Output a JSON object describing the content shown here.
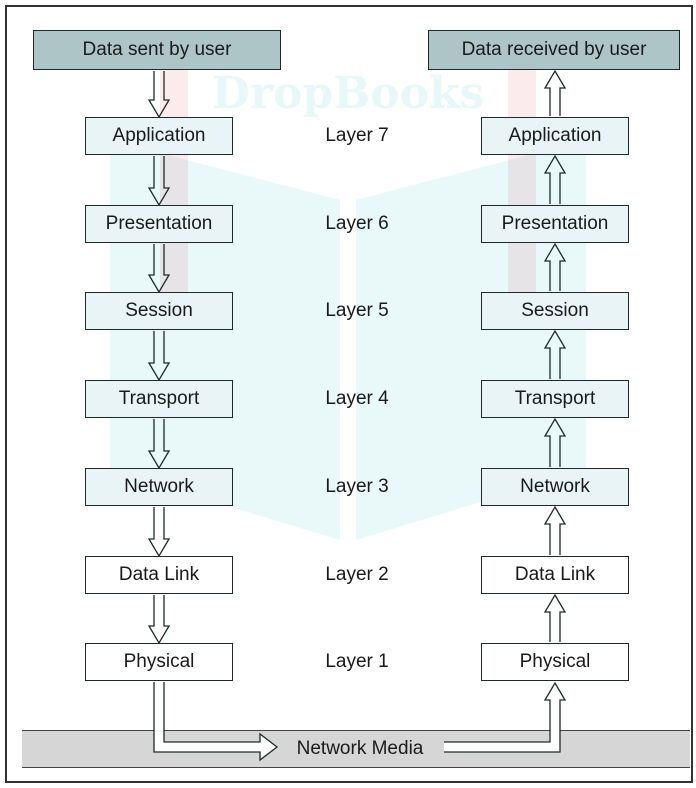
{
  "diagram": {
    "header_left": "Data sent by user",
    "header_right": "Data received by user",
    "media_label": "Network Media",
    "watermark": "DropBooks",
    "layers": [
      {
        "name": "Application",
        "label": "Layer 7"
      },
      {
        "name": "Presentation",
        "label": "Layer 6"
      },
      {
        "name": "Session",
        "label": "Layer 5"
      },
      {
        "name": "Transport",
        "label": "Layer 4"
      },
      {
        "name": "Network",
        "label": "Layer 3"
      },
      {
        "name": "Data Link",
        "label": "Layer 2"
      },
      {
        "name": "Physical",
        "label": "Layer 1"
      }
    ],
    "colors": {
      "header_fill": "#aec5c8",
      "layer_fill": "#e8f4f5",
      "lower_fill": "#ffffff",
      "media_fill": "#d6d6d6",
      "watermark": "#29b6c7"
    }
  }
}
